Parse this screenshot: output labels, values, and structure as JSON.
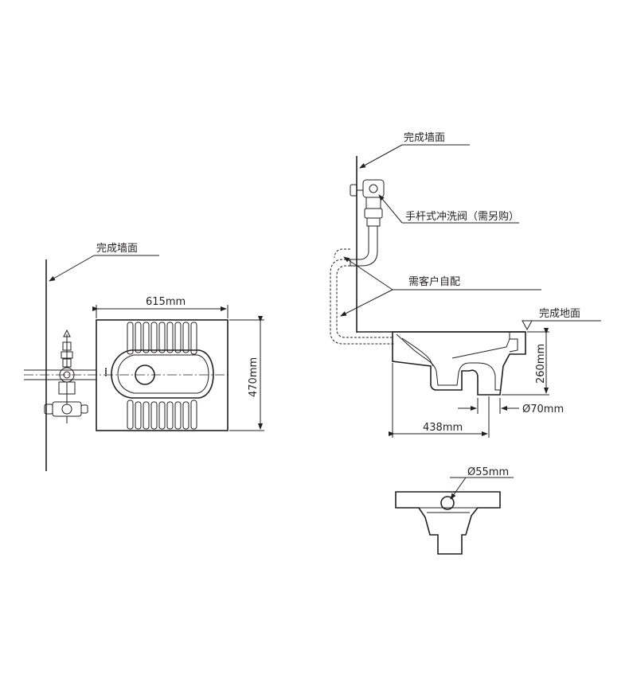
{
  "labels": {
    "finished_wall_left": "完成墙面",
    "finished_wall_right": "完成墙面",
    "flush_valve": "手杆式冲洗阀（需另购）",
    "customer_supplied": "需客户自配",
    "finished_floor": "完成地面"
  },
  "dimensions": {
    "width_plan": "615mm",
    "depth_plan": "470mm",
    "height_side": "260mm",
    "outlet_diameter": "Ø70mm",
    "length_side": "438mm",
    "inlet_diameter": "Ø55mm"
  }
}
